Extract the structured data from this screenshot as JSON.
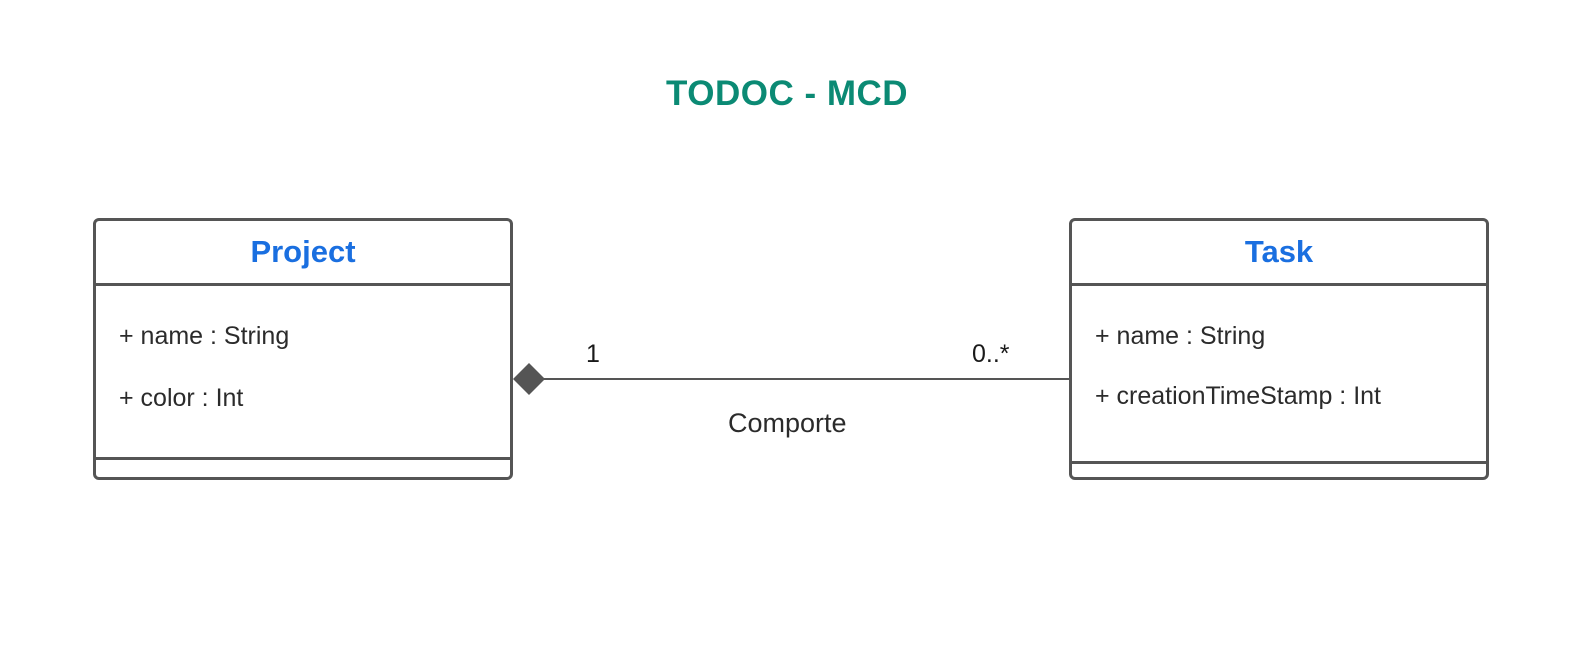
{
  "title": "TODOC - MCD",
  "colors": {
    "title": "#0b8a74",
    "class_name": "#1a6fe0",
    "border": "#555555"
  },
  "classes": [
    {
      "name": "Project",
      "attributes": [
        "+ name : String",
        "+ color : Int"
      ]
    },
    {
      "name": "Task",
      "attributes": [
        "+ name : String",
        "+ creationTimeStamp : Int"
      ]
    }
  ],
  "association": {
    "name": "Comporte",
    "type": "composition",
    "source_multiplicity": "1",
    "target_multiplicity": "0..*"
  }
}
